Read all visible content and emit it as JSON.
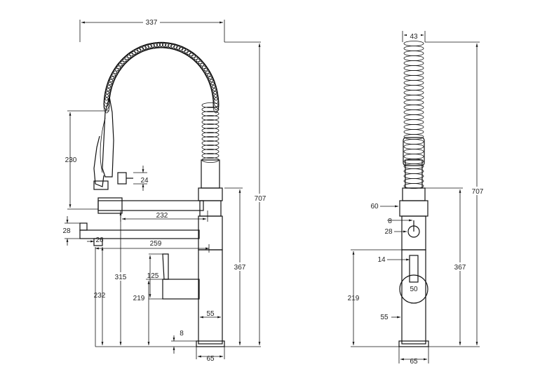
{
  "side_view": {
    "dims": {
      "width_total": "337",
      "height_total": "707",
      "spray_height": "230",
      "nozzle": "24",
      "spout_reach": "232",
      "lever_height": "28",
      "lever_len": "26",
      "spout_to_center": "259",
      "spout_height": "315",
      "body_height": "367",
      "lever_base_height": "232",
      "handle_len": "125",
      "handle_base": "219",
      "body_dia": "55",
      "deck_thickness": "8",
      "base_dia": "65"
    }
  },
  "front_view": {
    "dims": {
      "spring_width": "43",
      "height_total": "707",
      "collar": "60",
      "button_gap": "8",
      "button_dia": "28",
      "lever_width": "14",
      "body_height": "367",
      "handle_dia": "50",
      "base_height": "219",
      "body_dia": "55",
      "base_dia": "65"
    }
  }
}
